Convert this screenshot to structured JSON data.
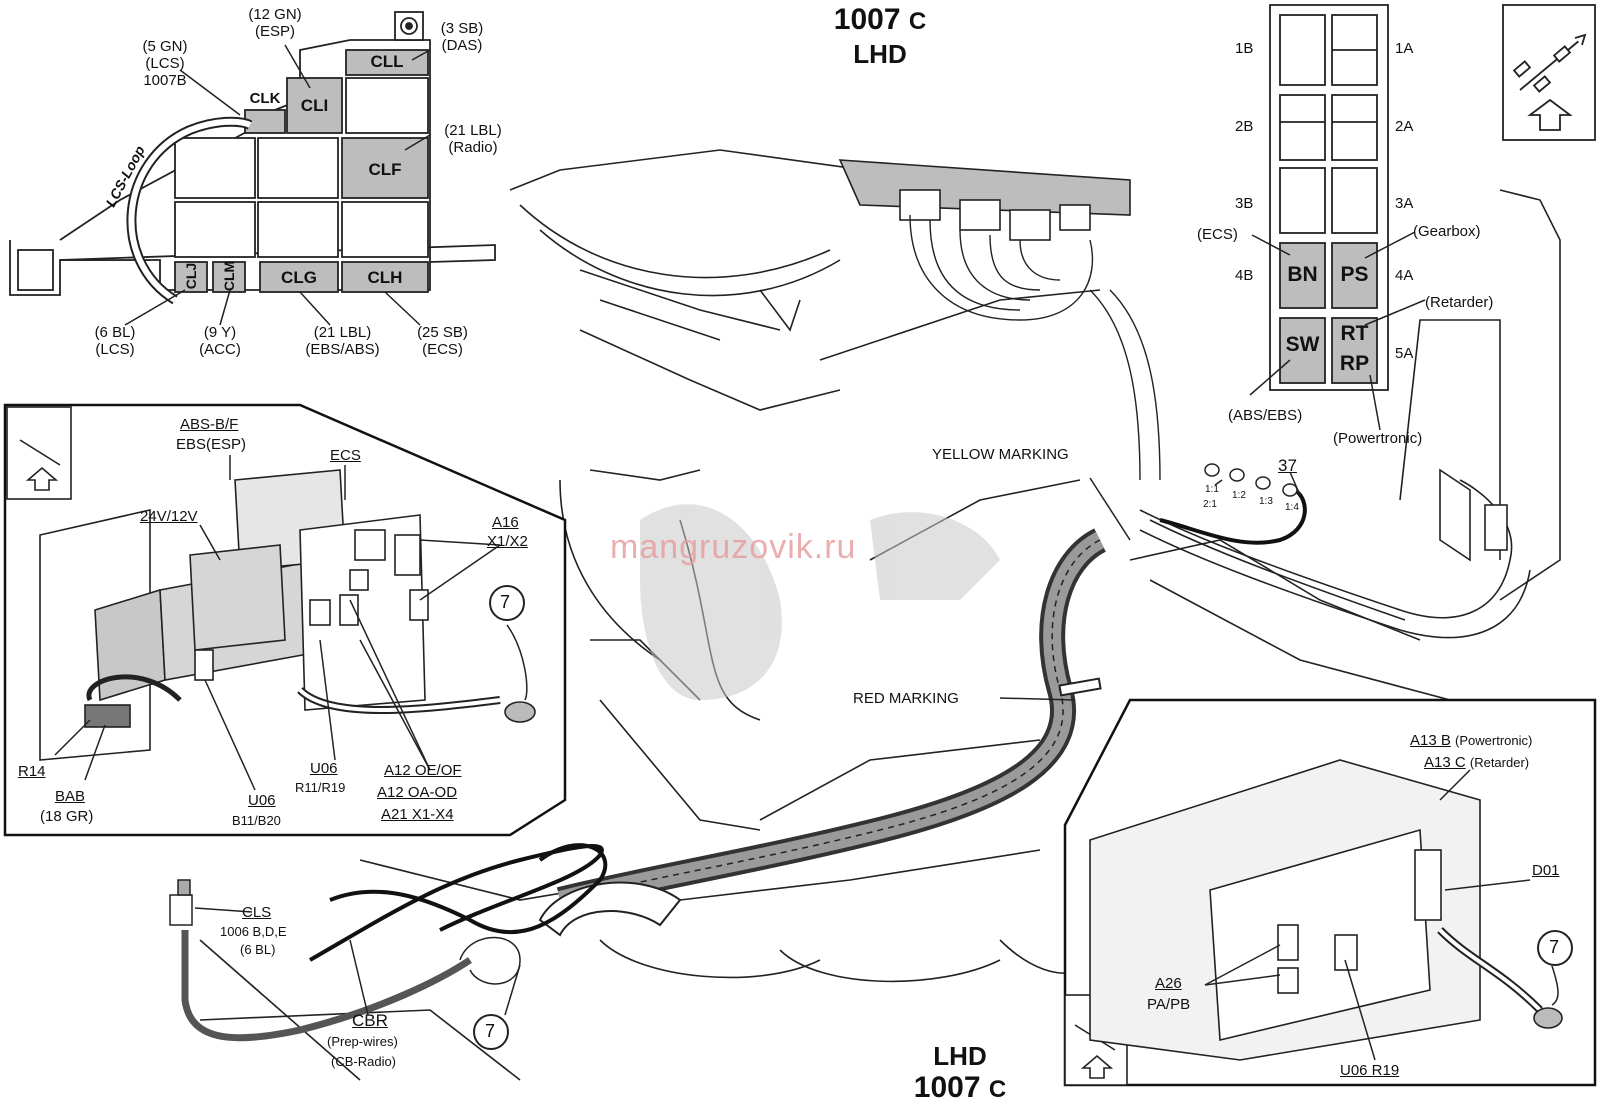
{
  "title": {
    "top_number": "1007",
    "top_suffix": "C",
    "top_side": "LHD",
    "bottom_side": "LHD",
    "bottom_number": "1007",
    "bottom_suffix": "C"
  },
  "watermark": "mangruzovik.ru",
  "fuse_panel": {
    "cells": [
      "CLL",
      "CLK",
      "CLI",
      "CLF",
      "CLJ",
      "CLM",
      "CLG",
      "CLH"
    ],
    "loop_label": "LCS-Loop",
    "callouts": {
      "lcs_5gn": [
        "(5 GN)",
        "(LCS)",
        "1007B"
      ],
      "esp_12gn": [
        "(12 GN)",
        "(ESP)"
      ],
      "das_3sb": [
        "(3 SB)",
        "(DAS)"
      ],
      "radio_21lbl": [
        "(21 LBL)",
        "(Radio)"
      ],
      "lcs_6bl": [
        "(6 BL)",
        "(LCS)"
      ],
      "acc_9y": [
        "(9 Y)",
        "(ACC)"
      ],
      "ebs_21lbl": [
        "(21 LBL)",
        "(EBS/ABS)"
      ],
      "ecs_25sb": [
        "(25 SB)",
        "(ECS)"
      ]
    }
  },
  "relay_panel": {
    "rows_left": [
      "1B",
      "2B",
      "3B",
      "4B"
    ],
    "rows_right": [
      "1A",
      "2A",
      "3A",
      "4A",
      "5A"
    ],
    "cells": [
      "BN",
      "PS",
      "SW",
      "RT",
      "RP"
    ],
    "callouts": [
      "(ECS)",
      "(Gearbox)",
      "(Retarder)",
      "(ABS/EBS)",
      "(Powertronic)"
    ]
  },
  "left_inset": {
    "labels": [
      "ABS-B/F",
      "EBS(ESP)",
      "ECS",
      "24V/12V",
      "A16",
      "X1/X2",
      "R14",
      "BAB",
      "(18 GR)",
      "U06",
      "B11/B20",
      "U06",
      "R11/R19",
      "A12 OE/OF",
      "A12 OA-OD",
      "A21 X1-X4"
    ],
    "circle_ref": "7"
  },
  "main": {
    "yellow_marking": "YELLOW MARKING",
    "red_marking": "RED  MARKING",
    "ref_37": "37",
    "ratios": [
      "1:1",
      "1:2",
      "1:3",
      "1:4",
      "2:1"
    ],
    "cls": [
      "CLS",
      "1006 B,D,E",
      "(6 BL)"
    ],
    "cbr": [
      "CBR",
      "(Prep-wires)",
      "(CB-Radio)"
    ],
    "circle_ref": "7"
  },
  "right_inset": {
    "a13b": "A13 B",
    "a13b_note": "(Powertronic)",
    "a13c": "A13 C",
    "a13c_note": "(Retarder)",
    "d01": "D01",
    "a26": "A26",
    "a26_sub": "PA/PB",
    "u06": "U06 R19",
    "circle_ref": "7"
  }
}
